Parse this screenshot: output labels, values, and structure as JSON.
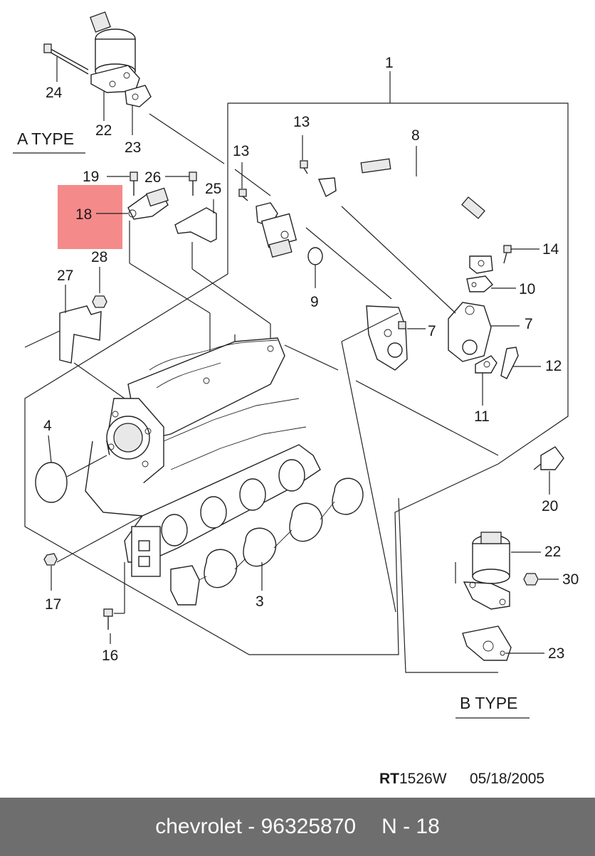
{
  "diagram": {
    "type_labels": {
      "a_type": "A TYPE",
      "b_type": "B TYPE"
    },
    "highlight_color": "#f48a8a",
    "highlighted_part": "18",
    "callouts": {
      "p1": "1",
      "p3": "3",
      "p4": "4",
      "p7a": "7",
      "p7b": "7",
      "p8": "8",
      "p9": "9",
      "p10": "10",
      "p11": "11",
      "p12": "12",
      "p13a": "13",
      "p13b": "13",
      "p14": "14",
      "p16": "16",
      "p17": "17",
      "p18": "18",
      "p19": "19",
      "p20": "20",
      "p22a": "22",
      "p22b": "22",
      "p23a": "23",
      "p23b": "23",
      "p24": "24",
      "p25": "25",
      "p26": "26",
      "p27": "27",
      "p28": "28",
      "p30": "30"
    },
    "reference": {
      "code_bold": "RT",
      "code_rest": "1526W",
      "date": "05/18/2005"
    }
  },
  "footer": {
    "brand": "chevrolet - 96325870",
    "ref": "N - 18",
    "background": "#6e6e6e"
  }
}
